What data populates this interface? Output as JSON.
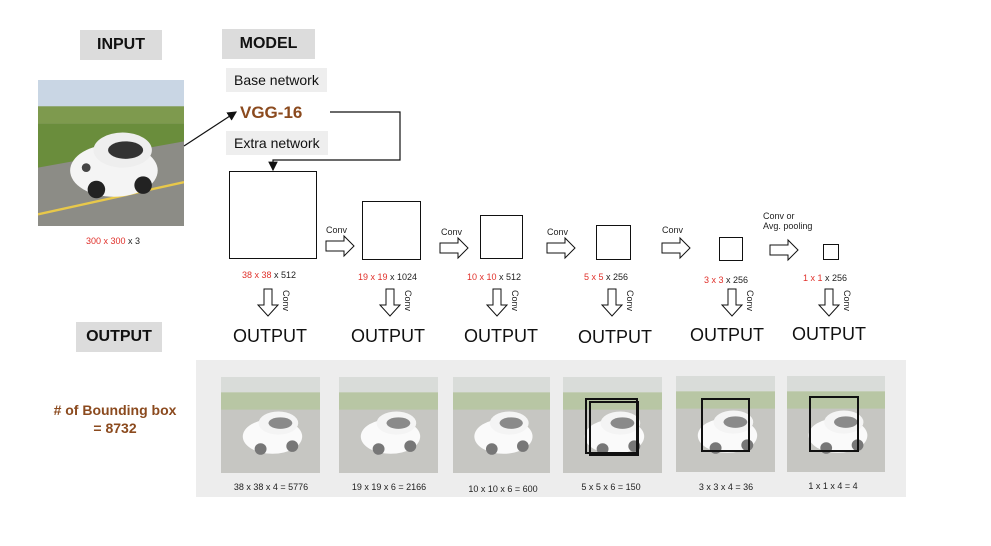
{
  "input": {
    "title": "INPUT",
    "size_red": "300 x 300",
    "size_rest": " x 3"
  },
  "model": {
    "title": "MODEL",
    "base_network": "Base network",
    "vgg": "VGG-16",
    "extra_network": "Extra network"
  },
  "output_title": "OUTPUT",
  "feature_maps": [
    {
      "red": "38 x 38",
      "rest": " x 512"
    },
    {
      "red": "19 x 19",
      "rest": " x 1024"
    },
    {
      "red": "10 x 10",
      "rest": " x 512"
    },
    {
      "red": "5 x 5",
      "rest": " x 256"
    },
    {
      "red": "3 x 3",
      "rest": " x 256"
    },
    {
      "red": "1 x 1",
      "rest": " x 256"
    }
  ],
  "conv_labels": [
    "Conv",
    "Conv",
    "Conv",
    "Conv",
    "Conv or\nAvg. pooling"
  ],
  "down_conv_label": "Conv",
  "output_label": "OUTPUT",
  "bounding": {
    "line1": "# of Bounding box",
    "line2": "= 8732"
  },
  "box_counts": [
    "38 x 38 x 4 = 5776",
    "19 x 19 x 6 = 2166",
    "10 x 10 x 6 = 600",
    "5 x 5 x 6 = 150",
    "3 x 3 x 4 = 36",
    "1 x 1 x 4 = 4"
  ]
}
